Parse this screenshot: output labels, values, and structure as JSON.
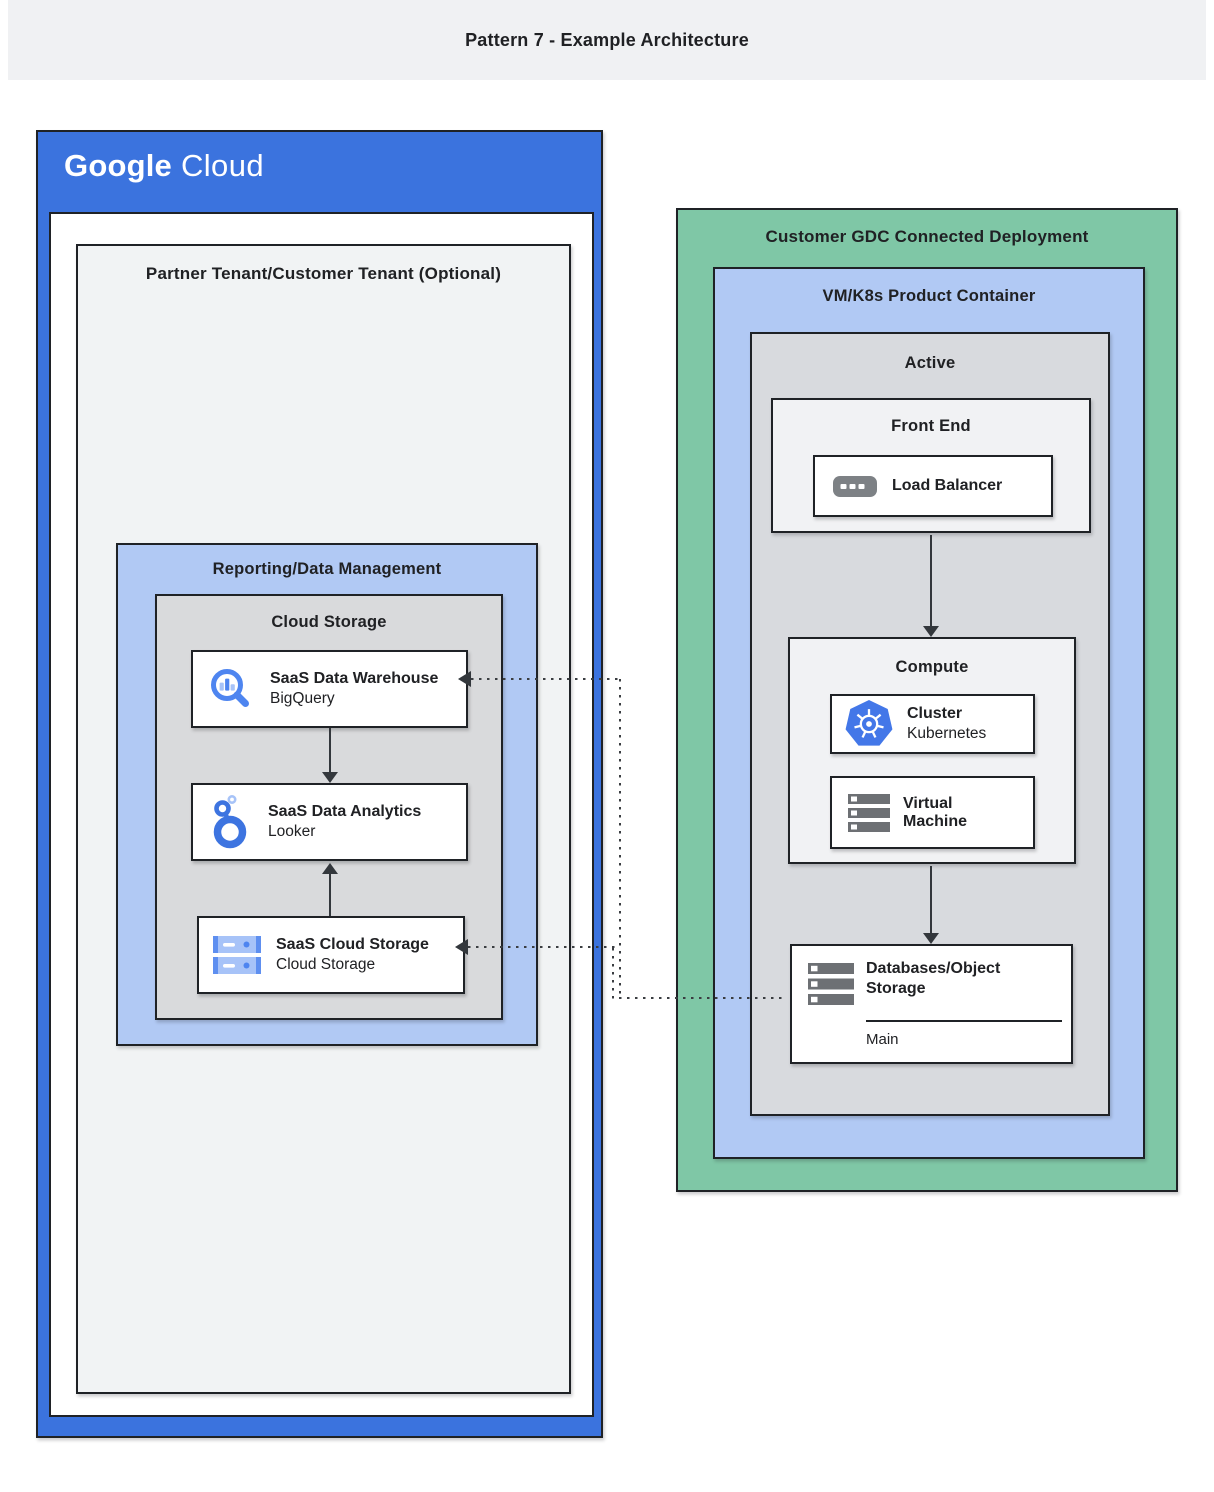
{
  "page": {
    "title": "Pattern 7 - Example Architecture"
  },
  "colors": {
    "google_blue": "#3b73de",
    "light_blue": "#b1c9f4",
    "green": "#7fc7a6",
    "panel_gray": "#d9dadc",
    "light_panel": "#f1f2f4",
    "surface_gray": "#f1f3f4",
    "border": "#1f2226",
    "text": "#202124",
    "icon_blue": "#4e85f0",
    "icon_blue_light": "#a7c3f8",
    "icon_gray": "#6d7074"
  },
  "google_cloud": {
    "logo": {
      "google": "Google",
      "cloud": "Cloud"
    },
    "partner_tenant": {
      "title": "Partner Tenant/Customer Tenant (Optional)"
    },
    "reporting": {
      "title": "Reporting/Data Management",
      "storage_group": {
        "title": "Cloud Storage",
        "cards": [
          {
            "title": "SaaS Data Warehouse",
            "subtitle": "BigQuery",
            "icon": "bigquery-icon"
          },
          {
            "title": "SaaS Data Analytics",
            "subtitle": "Looker",
            "icon": "looker-icon"
          },
          {
            "title": "SaaS Cloud Storage",
            "subtitle": "Cloud Storage",
            "icon": "cloud-storage-icon"
          }
        ]
      }
    }
  },
  "gdc": {
    "title": "Customer GDC Connected Deployment",
    "product_container": {
      "title": "VM/K8s Product Container",
      "active": {
        "title": "Active",
        "front_end": {
          "title": "Front End",
          "card": {
            "title": "Load Balancer",
            "icon": "load-balancer-icon"
          }
        },
        "compute": {
          "title": "Compute",
          "cards": [
            {
              "title": "Cluster",
              "subtitle": "Kubernetes",
              "icon": "kubernetes-icon"
            },
            {
              "title": "Virtual Machine",
              "icon": "virtual-machine-icon"
            }
          ]
        },
        "storage": {
          "title": "Databases/Object Storage",
          "label": "Main",
          "icon": "databases-icon"
        }
      }
    }
  }
}
